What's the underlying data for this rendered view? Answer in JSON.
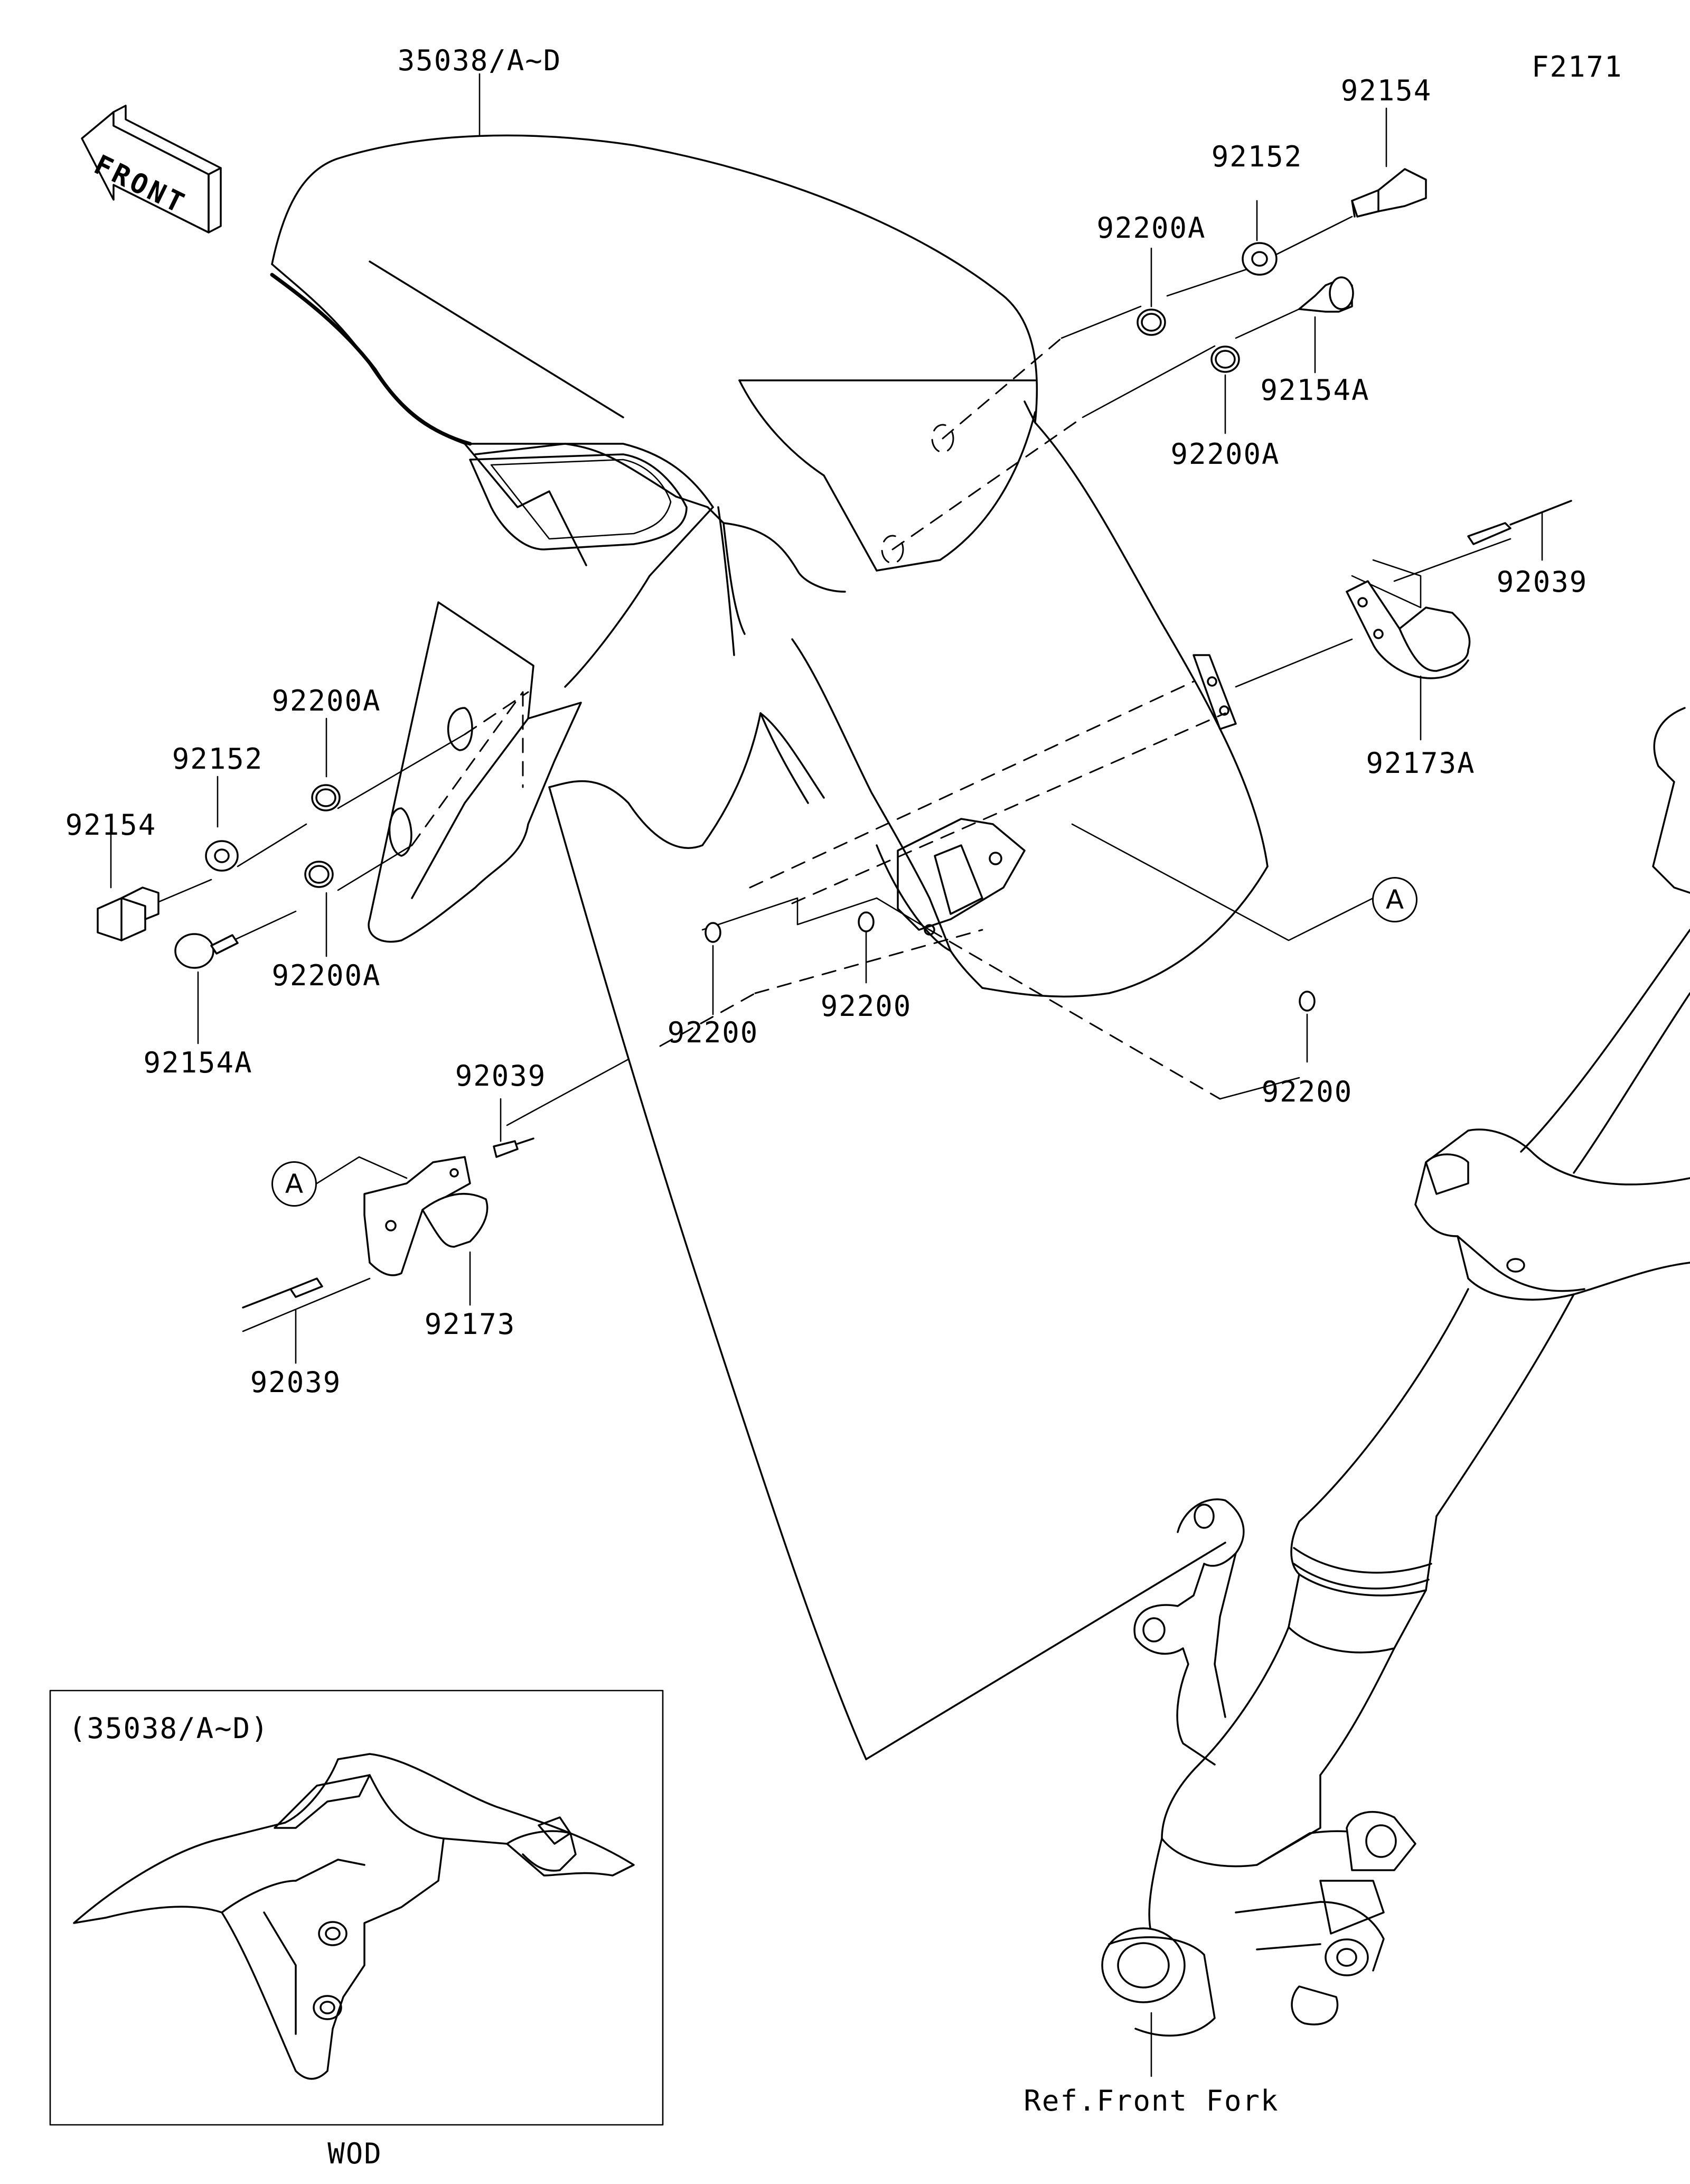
{
  "figure_code": "F2171",
  "front_marker": "FRONT",
  "callout_ref": "A",
  "part_numbers": {
    "fender": "35038/A~D",
    "bolt_right": "92154",
    "collar_right": "92152",
    "washer_right_upper": "92200A",
    "bolt_right_lower": "92154A",
    "washer_right_lower": "92200A",
    "pin_right": "92039",
    "clamp_right": "92173A",
    "washer_left_upper": "92200A",
    "collar_left": "92152",
    "bolt_left": "92154",
    "washer_left_lower": "92200A",
    "bolt_left_lower": "92154A",
    "grommet_1": "92200",
    "grommet_2": "92200",
    "grommet_3": "92200",
    "pin_left_upper": "92039",
    "clamp_left": "92173",
    "pin_left_lower": "92039"
  },
  "inset": {
    "title": "(35038/A~D)",
    "caption": "WOD"
  },
  "reference": "Ref.Front Fork"
}
